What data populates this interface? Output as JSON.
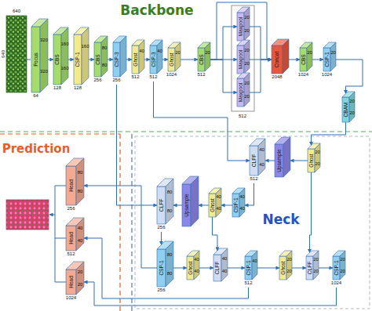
{
  "diagram": {
    "nodes": [
      {
        "text": [
          "Focus",
          "320",
          "320",
          "64"
        ]
      },
      {
        "text": [
          "CBS",
          "160",
          "160",
          "128"
        ]
      },
      {
        "text": [
          "CSP-1",
          "160",
          "128"
        ]
      },
      {
        "text": [
          "CBS",
          "80",
          "80",
          "256"
        ]
      },
      {
        "text": [
          "CSP-3",
          "256"
        ]
      },
      {
        "text": [
          "Ghost",
          "40",
          "512"
        ]
      },
      {
        "text": [
          "CSP-3",
          "40",
          "512"
        ]
      },
      {
        "text": [
          "Ghost",
          "20",
          "1024"
        ]
      },
      {
        "text": [
          "CBS",
          "20",
          "512"
        ]
      },
      {
        "text": [
          "Maxpool",
          "20",
          "20"
        ]
      },
      {
        "text": [
          "Maxpool",
          "20",
          "20"
        ]
      },
      {
        "text": [
          "Maxpool",
          "20",
          "20"
        ]
      },
      {
        "text": [
          "Concat",
          "2048"
        ]
      },
      {
        "text": [
          "CBS",
          "20",
          "1024"
        ]
      },
      {
        "text": [
          "CSP-1",
          "20",
          "1024"
        ]
      },
      {
        "text": [
          "CBAM",
          "20",
          "20"
        ]
      },
      {
        "text": [
          "CLFF",
          "40",
          "40",
          "512"
        ]
      },
      {
        "text": [
          "Upsample"
        ]
      },
      {
        "text": [
          "Ghost",
          "20",
          "20"
        ]
      },
      {
        "text": [
          "CLFF",
          "80",
          "80",
          "256"
        ]
      },
      {
        "text": [
          "Upsample"
        ]
      },
      {
        "text": [
          "Ghost",
          "40",
          "40"
        ]
      },
      {
        "text": [
          "CSP-1",
          "40",
          "40"
        ]
      },
      {
        "text": [
          "CSP-1",
          "80",
          "80",
          "256"
        ]
      },
      {
        "text": [
          "Ghost",
          "40",
          "40"
        ]
      },
      {
        "text": [
          "CLFF",
          "40",
          "40"
        ]
      },
      {
        "text": [
          "CSP-1",
          "40",
          "512"
        ]
      },
      {
        "text": [
          "Ghost",
          "20",
          "20"
        ]
      },
      {
        "text": [
          "CLFF",
          "20",
          "20"
        ]
      },
      {
        "text": [
          "CSP-1",
          "20",
          "20",
          "1024"
        ]
      },
      {
        "text": [
          "Head",
          "80",
          "80",
          "256"
        ]
      },
      {
        "text": [
          "Head",
          "40",
          "40",
          "512"
        ]
      },
      {
        "text": [
          "Head",
          "20",
          "20",
          "1024"
        ]
      }
    ],
    "edges": [
      {
        "from": 0,
        "to": 1,
        "arrow": "to"
      },
      {
        "from": 1,
        "to": 2,
        "arrow": "to"
      },
      {
        "from": 2,
        "to": 3,
        "arrow": "to"
      },
      {
        "from": 3,
        "to": 4,
        "arrow": "to"
      },
      {
        "from": 4,
        "to": 5,
        "arrow": "to"
      },
      {
        "from": 5,
        "to": 6,
        "arrow": "to"
      },
      {
        "from": 6,
        "to": 7,
        "arrow": "to"
      },
      {
        "from": 7,
        "to": 8,
        "arrow": "to"
      },
      {
        "from": 8,
        "to": 9,
        "arrow": "to"
      },
      {
        "from": 8,
        "to": 10,
        "arrow": "to"
      },
      {
        "from": 8,
        "to": 11,
        "arrow": "to"
      },
      {
        "from": 8,
        "to": 12,
        "arrow": "to"
      },
      {
        "from": 9,
        "to": 12,
        "arrow": "to"
      },
      {
        "from": 10,
        "to": 12,
        "arrow": "to"
      },
      {
        "from": 11,
        "to": 12,
        "arrow": "to"
      },
      {
        "from": 12,
        "to": 13,
        "arrow": "to"
      },
      {
        "from": 13,
        "to": 14,
        "arrow": "to"
      },
      {
        "from": 14,
        "to": 15,
        "arrow": "to"
      },
      {
        "from": 15,
        "to": 18,
        "arrow": "to"
      },
      {
        "from": 18,
        "to": 17,
        "arrow": "to"
      },
      {
        "from": 17,
        "to": 16,
        "arrow": "to"
      },
      {
        "from": 6,
        "to": 16,
        "arrow": "to"
      },
      {
        "from": 16,
        "to": 22,
        "arrow": "to"
      },
      {
        "from": 22,
        "to": 21,
        "arrow": "to"
      },
      {
        "from": 21,
        "to": 20,
        "arrow": "to"
      },
      {
        "from": 20,
        "to": 19,
        "arrow": "to"
      },
      {
        "from": 4,
        "to": 19,
        "arrow": "to"
      },
      {
        "from": 19,
        "to": 23,
        "arrow": "to"
      },
      {
        "from": 23,
        "to": 24,
        "arrow": "to"
      },
      {
        "from": 24,
        "to": 25,
        "arrow": "to"
      },
      {
        "from": 25,
        "to": 26,
        "arrow": "to"
      },
      {
        "from": 26,
        "to": 27,
        "arrow": "to"
      },
      {
        "from": 27,
        "to": 28,
        "arrow": "to"
      },
      {
        "from": 28,
        "to": 29,
        "arrow": "to"
      },
      {
        "from": 21,
        "to": 25,
        "arrow": "to"
      },
      {
        "from": 18,
        "to": 28,
        "arrow": "to"
      },
      {
        "from": 23,
        "to": 30,
        "arrow": "to"
      },
      {
        "from": 26,
        "to": 31,
        "arrow": "to"
      },
      {
        "from": 29,
        "to": 32,
        "arrow": "to"
      }
    ],
    "labels": [
      "Backbone",
      "640",
      "640",
      "512",
      "Prediction",
      "Neck"
    ]
  }
}
